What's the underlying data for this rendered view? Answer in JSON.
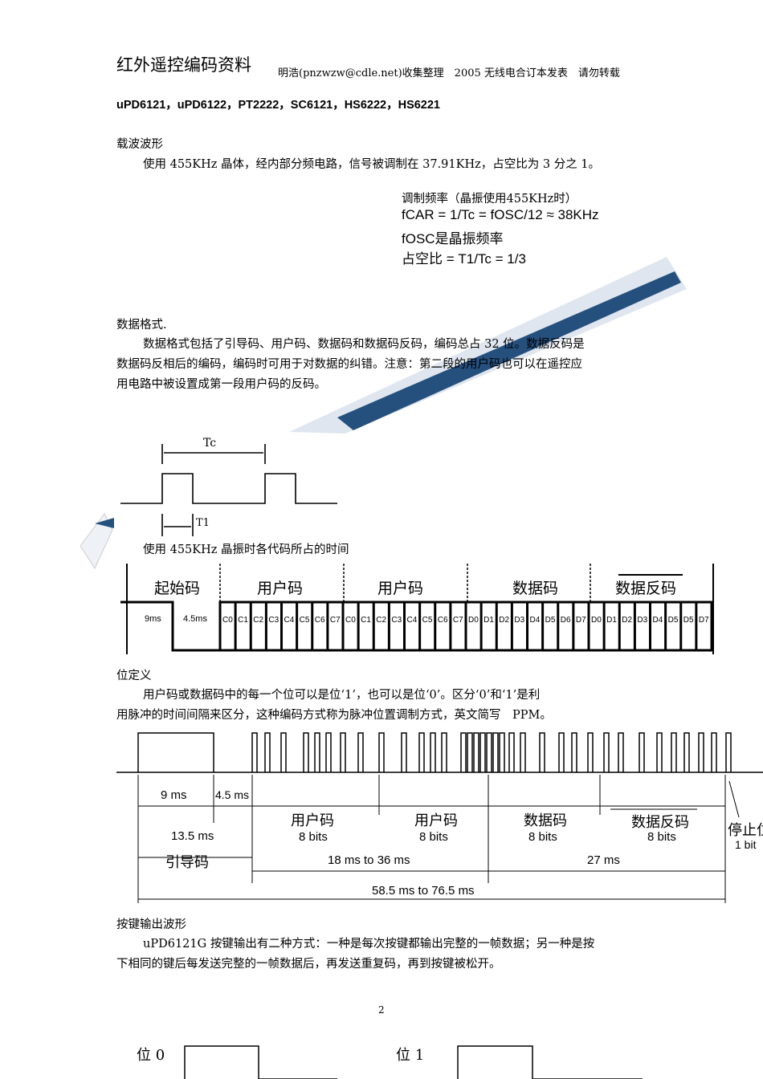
{
  "header": {
    "title": "红外遥控编码资料",
    "subtitle": "明浩(pnzwzw@cdle.net)收集整理　2005 无线电合订本发表　请勿转载"
  },
  "models": "uPD6121，uPD6122，PT2222，SC6121，HS6222，HS6221",
  "carrier": {
    "heading": "载波波形",
    "para": "使用 455KHz 晶体，经内部分频电路，信号被调制在 37.91KHz，占空比为 3 分之 1。",
    "formula": {
      "line1": "调制频率（晶振使用455KHz时）",
      "line2": "fCAR = 1/Tc = fOSC/12 ≈ 38KHz",
      "line3": "fOSC是晶振频率",
      "line4": "占空比  = T1/Tc = 1/3"
    },
    "diagram": {
      "tc": "Tc",
      "t1": "T1"
    }
  },
  "format": {
    "heading": "数据格式.",
    "para": [
      "数据格式包括了引导码、用户码、数据码和数据码反码，编码总占 32 位。数据反码是",
      "数据码反相后的编码，编码时可用于对数据的纠错。注意：第二段的用户码也可以在遥控应",
      "用电路中被设置成第一段用户码的反码。"
    ],
    "caption": "使用 455KHz 晶振时各代码所占的时间"
  },
  "frame": {
    "sections": [
      "起始码",
      "用户码",
      "用户码",
      "数据码",
      "数据反码"
    ],
    "start_labels": [
      "9ms",
      "4.5ms"
    ],
    "bits": [
      "C0",
      "C1",
      "C2",
      "C3",
      "C4",
      "C5",
      "C6",
      "C7",
      "C0",
      "C1",
      "C2",
      "C3",
      "C4",
      "C5",
      "C6",
      "C7",
      "D0",
      "D1",
      "D2",
      "D3",
      "D4",
      "D5",
      "D6",
      "D7",
      "D0",
      "D1",
      "D2",
      "D3",
      "D4",
      "D5",
      "D5",
      "D7"
    ]
  },
  "bitdef": {
    "heading": "位定义",
    "para": [
      "用户码或数据码中的每一个位可以是位‘1’，也可以是位‘0’。区分‘0’和‘1’是利",
      "用脉冲的时间间隔来区分，这种编码方式称为脉冲位置调制方式，英文简写　PPM。"
    ]
  },
  "wave": {
    "t9": "9 ms",
    "t45": "4.5 ms",
    "t135": "13.5 ms",
    "lead": "引导码",
    "user1": "用户码",
    "user2": "用户码",
    "data": "数据码",
    "datainv": "数据反码",
    "bits8": "8 bits",
    "stop": "停止位",
    "stopbits": "1 bit",
    "t18": "18 ms to 36 ms",
    "t27": "27 ms",
    "total": "58.5 ms to 76.5 ms"
  },
  "keyout": {
    "heading": "按键输出波形",
    "para": [
      "uPD6121G 按键输出有二种方式：一种是每次按键都输出完整的一帧数据；另一种是按",
      "下相同的键后每发送完整的一帧数据后，再发送重复码，再到按键被松开。"
    ]
  },
  "page_number": "2",
  "bit_labels": {
    "b0": "位  0",
    "b1": "位  1"
  }
}
